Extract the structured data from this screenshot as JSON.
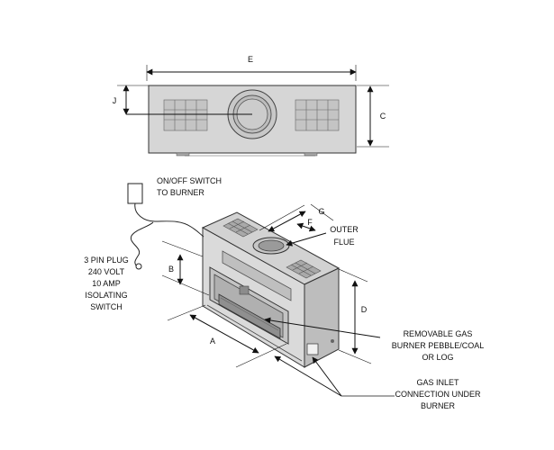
{
  "dimensions": {
    "a": "A",
    "b": "B",
    "c": "C",
    "d": "D",
    "e": "E",
    "f": "F",
    "g": "G",
    "j": "J"
  },
  "callouts": {
    "switch": [
      "ON/OFF SWITCH",
      "TO BURNER"
    ],
    "plug": [
      "3 PIN PLUG",
      "240 VOLT",
      "10 AMP",
      "ISOLATING",
      "SWITCH"
    ],
    "flue": [
      "OUTER",
      "FLUE"
    ],
    "burner": [
      "REMOVABLE GAS",
      "BURNER PEBBLE/COAL",
      "OR LOG"
    ],
    "gas_inlet": [
      "GAS INLET",
      "CONNECTION UNDER",
      "BURNER"
    ]
  },
  "colors": {
    "body_fill": "#d4d4d4",
    "body_dark": "#b8b8b8",
    "line": "#222222"
  }
}
